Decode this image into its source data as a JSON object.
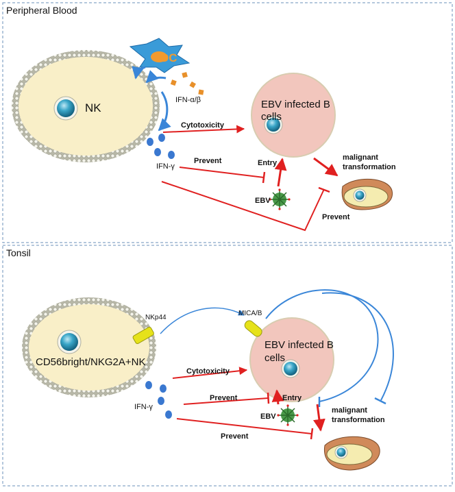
{
  "colors": {
    "panel_border": "#6a8fb8",
    "cell_fill": "#f9efc8",
    "membrane": "#c8c8b8",
    "nucleus": "#3aa6c8",
    "b_cell_fill": "#f2c6bd",
    "b_cell_border": "#d8ccb0",
    "dc_fill": "#3a9bd8",
    "dc_spot": "#f29a2e",
    "ifn_ab": "#e8902a",
    "ifn_g": "#3a78d0",
    "red_arrow": "#e02020",
    "blue_arrow": "#3a86d8",
    "receptor": "#e6e21a",
    "virus": "#4a9a4a",
    "tumor_fill": "#f5ecb0",
    "tumor_cap": "#d08a5a"
  },
  "panels": {
    "top": {
      "title": "Peripheral Blood",
      "nk_label": "NK",
      "dc_label": "DC",
      "ifn_ab_label": "IFN-α/β",
      "ifn_g_label": "IFN-γ",
      "b_cell_label_line1": "EBV infected B",
      "b_cell_label_line2": "cells",
      "cytotoxicity": "Cytotoxicity",
      "prevent_entry": "Prevent",
      "entry": "Entry",
      "ebv": "EBV",
      "malignant_line1": "malignant",
      "malignant_line2": "transformation",
      "prevent_transformation": "Prevent"
    },
    "bottom": {
      "title": "Tonsil",
      "nk_label": "CD56bright/NKG2A+NK",
      "nkp44": "NKp44",
      "mica": "MICA/B",
      "ifn_g_label": "IFN-γ",
      "b_cell_label_line1": "EBV infected B",
      "b_cell_label_line2": "cells",
      "cytotoxicity": "Cytotoxicity",
      "prevent_entry": "Prevent",
      "entry": "Entry",
      "ebv": "EBV",
      "malignant_line1": "malignant",
      "malignant_line2": "transformation",
      "prevent_transformation": "Prevent"
    }
  }
}
